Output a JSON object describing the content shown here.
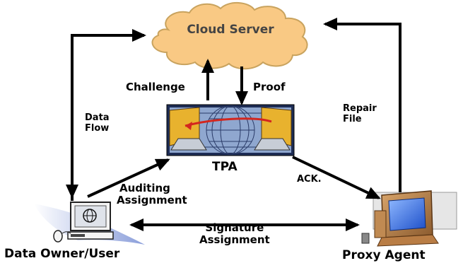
{
  "nodes": {
    "cloud": {
      "label": "Cloud Server",
      "fill": "#F9C984",
      "stroke": "#C9A35E",
      "text_color": "#444444"
    },
    "tpa": {
      "label": "TPA"
    },
    "owner": {
      "label": "Data Owner/User"
    },
    "proxy": {
      "label": "Proxy Agent"
    }
  },
  "edges": {
    "challenge": "Challenge",
    "proof": "Proof",
    "data_flow": [
      "Data",
      "Flow"
    ],
    "repair_file": [
      "Repair",
      "File"
    ],
    "ack": "ACK.",
    "auditing": [
      "Auditing",
      "Assignment"
    ],
    "signature": [
      "Signature",
      "Assignment"
    ]
  },
  "colors": {
    "arrow": "#000000",
    "swoosh": "#8CA0D8"
  }
}
